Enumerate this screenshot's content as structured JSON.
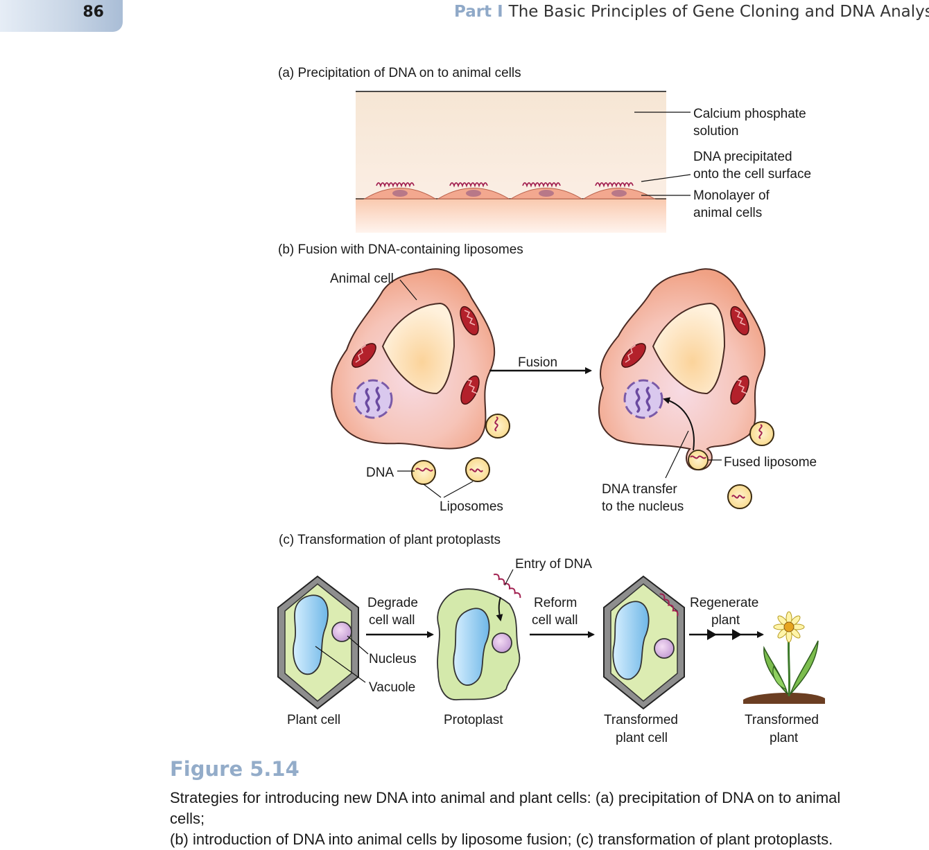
{
  "header": {
    "page_number": "86",
    "part_label": "Part I",
    "book_section": "The Basic Principles of Gene Cloning and DNA Analysis"
  },
  "panel_a": {
    "title": "(a) Precipitation of DNA on to animal cells",
    "label_solution_1": "Calcium phosphate",
    "label_solution_2": "solution",
    "label_dna_1": "DNA precipitated",
    "label_dna_2": "onto the cell surface",
    "label_cells_1": "Monolayer of",
    "label_cells_2": "animal cells"
  },
  "panel_b": {
    "title": "(b) Fusion with DNA-containing liposomes",
    "label_animal_cell": "Animal cell",
    "label_fusion": "Fusion",
    "label_dna": "DNA",
    "label_liposomes": "Liposomes",
    "label_transfer_1": "DNA transfer",
    "label_transfer_2": "to the nucleus",
    "label_fused": "Fused liposome"
  },
  "panel_c": {
    "title": "(c) Transformation of plant protoplasts",
    "label_entry": "Entry of DNA",
    "label_degrade_1": "Degrade",
    "label_degrade_2": "cell wall",
    "label_reform_1": "Reform",
    "label_reform_2": "cell wall",
    "label_regen_1": "Regenerate",
    "label_regen_2": "plant",
    "label_nucleus": "Nucleus",
    "label_vacuole": "Vacuole",
    "label_plant_cell": "Plant cell",
    "label_protoplast": "Protoplast",
    "label_tpc_1": "Transformed",
    "label_tpc_2": "plant cell",
    "label_tp_1": "Transformed",
    "label_tp_2": "plant"
  },
  "figure": {
    "title": "Figure 5.14",
    "caption_line_1": "Strategies for introducing new DNA into animal and plant cells: (a) precipitation of DNA on to animal cells;",
    "caption_line_2": "(b) introduction of DNA into animal cells by liposome fusion; (c) transformation of plant protoplasts."
  },
  "colors": {
    "accent": "#93acc9",
    "cell_fill": "#f5b8a0",
    "nucleus_fill": "#f8d9a8",
    "mitochondria": "#b3212b",
    "chromosome": "#7a5aa8",
    "dna_strand": "#a12050",
    "liposome": "#fbe29a",
    "plant_wall": "#5b5b5b",
    "plant_cytoplasm": "#d9eab0",
    "vacuole": "#9fd0ef"
  }
}
